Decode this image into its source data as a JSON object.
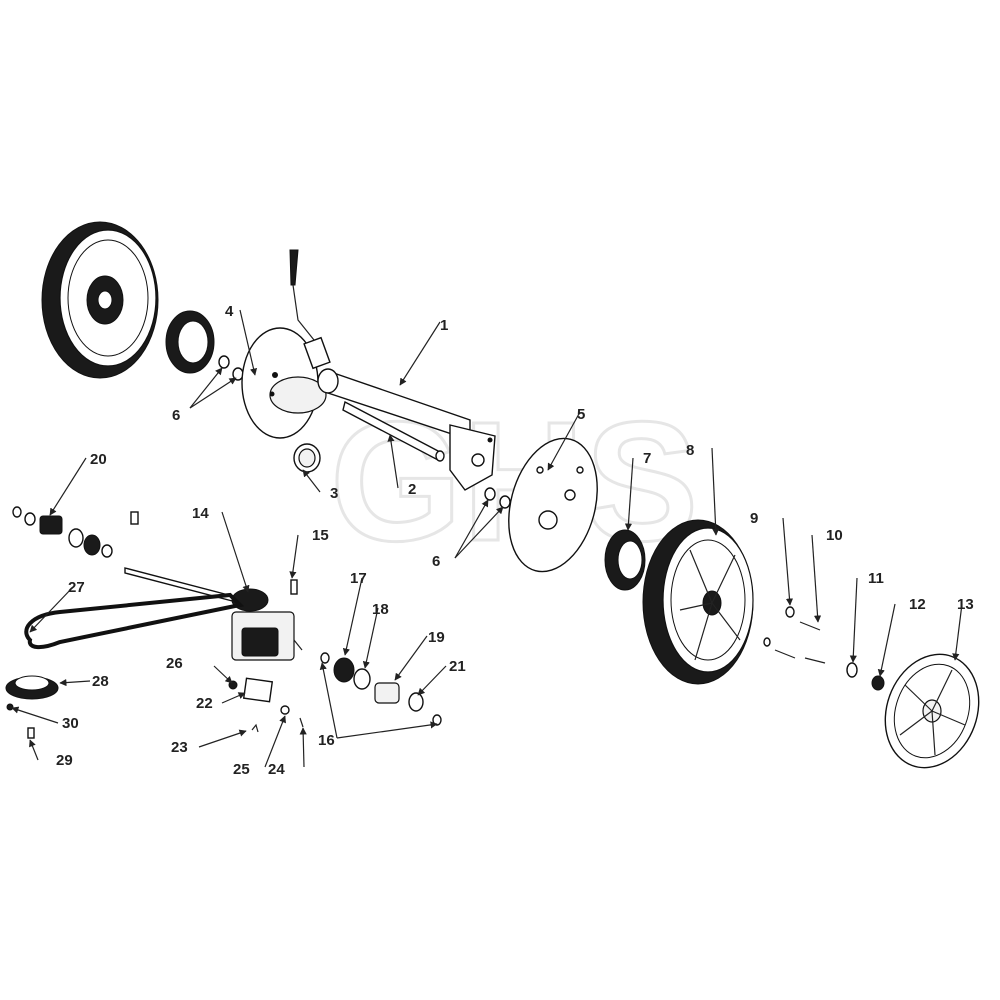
{
  "watermark": "GHS",
  "callouts": [
    {
      "num": "1"
    },
    {
      "num": "2"
    },
    {
      "num": "3"
    },
    {
      "num": "4"
    },
    {
      "num": "5"
    },
    {
      "num": "6"
    },
    {
      "num": "6"
    },
    {
      "num": "7"
    },
    {
      "num": "8"
    },
    {
      "num": "9"
    },
    {
      "num": "10"
    },
    {
      "num": "11"
    },
    {
      "num": "12"
    },
    {
      "num": "13"
    },
    {
      "num": "14"
    },
    {
      "num": "15"
    },
    {
      "num": "16"
    },
    {
      "num": "17"
    },
    {
      "num": "18"
    },
    {
      "num": "19"
    },
    {
      "num": "20"
    },
    {
      "num": "21"
    },
    {
      "num": "22"
    },
    {
      "num": "23"
    },
    {
      "num": "24"
    },
    {
      "num": "25"
    },
    {
      "num": "26"
    },
    {
      "num": "27"
    },
    {
      "num": "28"
    },
    {
      "num": "29"
    },
    {
      "num": "30"
    }
  ]
}
